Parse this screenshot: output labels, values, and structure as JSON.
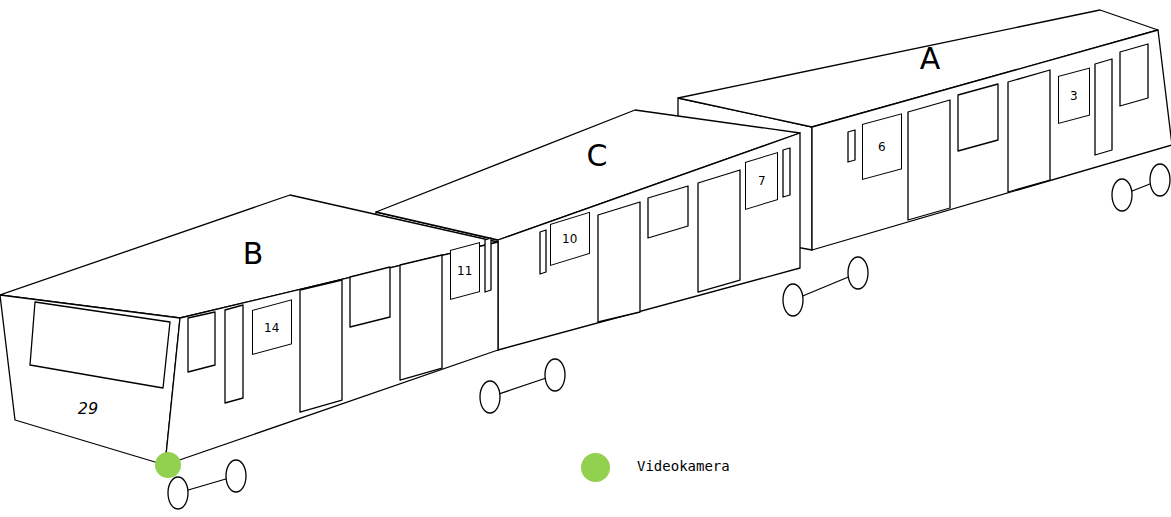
{
  "diagram": {
    "nodes": [
      {
        "text": [
          "B",
          "29"
        ]
      },
      {
        "text": [
          "14"
        ],
        "in": 0
      },
      {
        "text": [
          "11"
        ],
        "in": 0
      },
      {
        "text": [
          "C"
        ]
      },
      {
        "text": [
          "10"
        ],
        "in": 3
      },
      {
        "text": [
          "7"
        ],
        "in": 3
      },
      {
        "text": [
          "A"
        ]
      },
      {
        "text": [
          "6"
        ],
        "in": 6
      },
      {
        "text": [
          "3"
        ],
        "in": 6
      }
    ],
    "legend": [
      {
        "text": "Videokamera",
        "color": "#92d050"
      }
    ]
  }
}
